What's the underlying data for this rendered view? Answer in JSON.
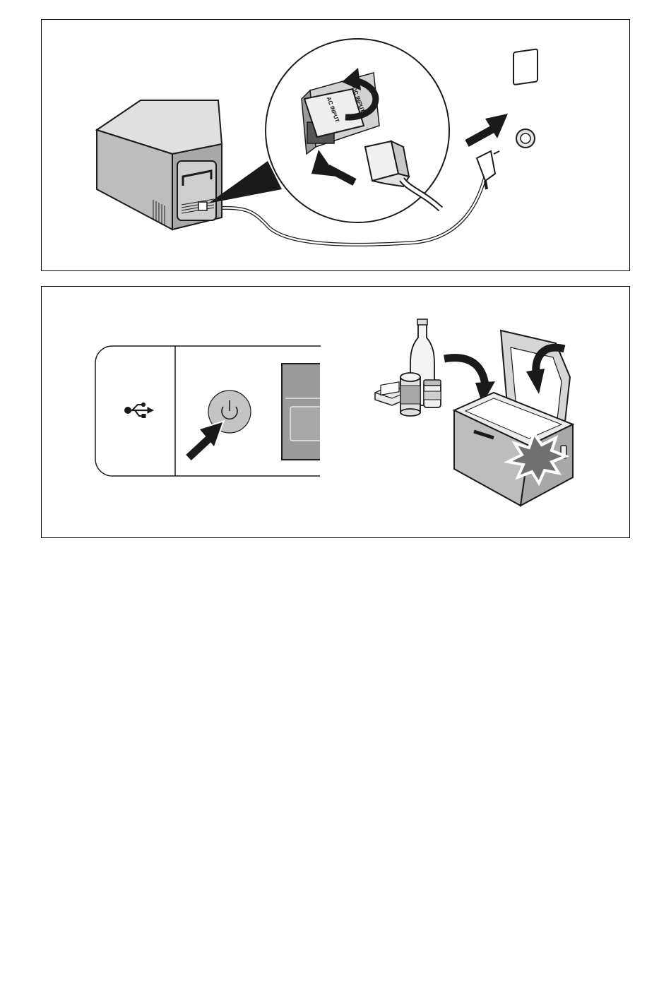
{
  "figures": [
    {
      "id": "connect-ac-power",
      "labels": {
        "ac_input": "AC INPUT",
        "dc_input": "DC INPUT"
      },
      "icons": [
        "cooler-box-icon",
        "ac-socket-flap-icon",
        "ac-plug-icon",
        "wall-socket-icon",
        "arrow-icon"
      ]
    },
    {
      "id": "switch-on-and-load",
      "icons": [
        "usb-icon",
        "power-button-icon",
        "arrow-icon",
        "bottle-icon",
        "can-icon",
        "jar-icon",
        "butter-icon",
        "open-cooler-icon",
        "cold-burst-icon"
      ]
    }
  ],
  "colors": {
    "line": "#1a1a1a",
    "body_gray": "#bdbdbd",
    "dark_gray": "#6e6e6e",
    "light_gray": "#d9d9d9",
    "accent_black": "#111111"
  }
}
